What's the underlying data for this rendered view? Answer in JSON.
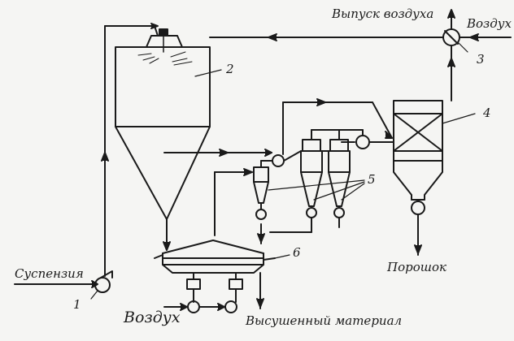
{
  "labels": {
    "air_outlet": "Выпуск воздуха",
    "air_inlet_top": "Воздух",
    "suspension": "Суспензия",
    "air_bottom": "Воздух",
    "dried_material": "Высушенный материал",
    "powder": "Порошок"
  },
  "numbers": {
    "n1": "1",
    "n2": "2",
    "n3": "3",
    "n4": "4",
    "n5": "5",
    "n6": "6"
  },
  "colors": {
    "ink": "#1a1a1a",
    "paper": "#f5f5f3"
  }
}
